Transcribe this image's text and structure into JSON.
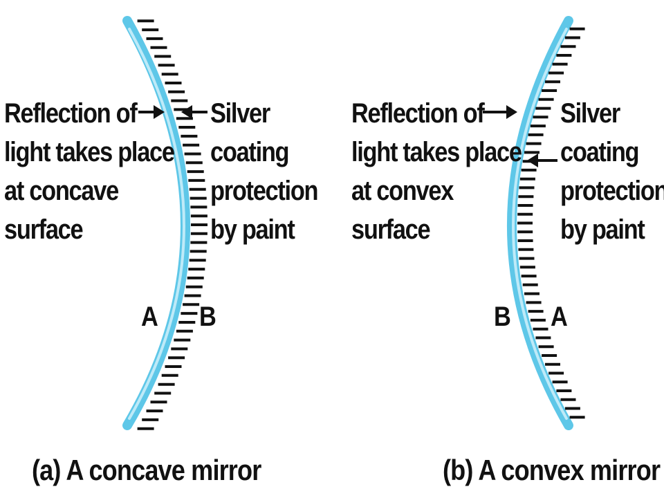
{
  "colors": {
    "glass": "#5ec7e8",
    "glass_highlight": "#d6f2fb",
    "hatch": "#111111",
    "text": "#111111"
  },
  "panel_a": {
    "reflection_label": [
      "Reflection of",
      "light takes place",
      "at concave",
      "surface"
    ],
    "coating_label": [
      "Silver",
      "coating",
      "protection",
      "by paint"
    ],
    "point_left": "A",
    "point_right": "B",
    "caption": "(a) A concave mirror"
  },
  "panel_b": {
    "reflection_label": [
      "Reflection of",
      "light takes place",
      "at convex",
      "surface"
    ],
    "coating_label": [
      "Silver",
      "coating",
      "protection",
      "by paint"
    ],
    "point_left": "B",
    "point_right": "A",
    "caption": "(b) A convex mirror"
  }
}
